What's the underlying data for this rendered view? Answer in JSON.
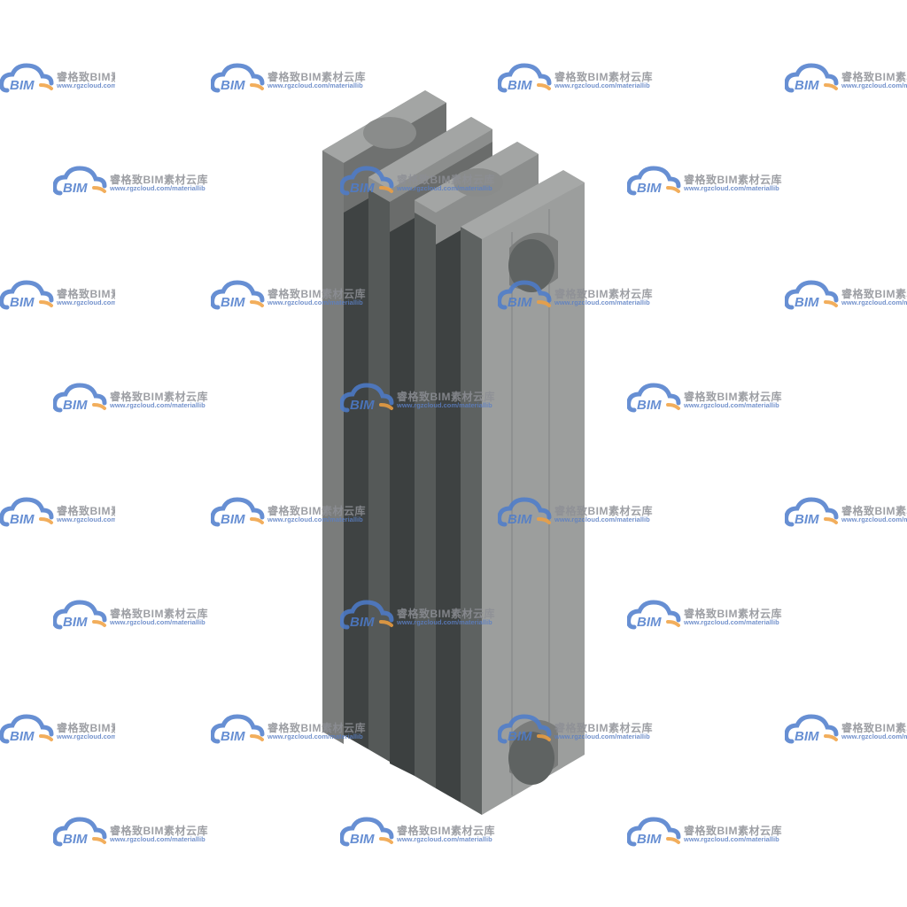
{
  "watermark": {
    "logo_text": "BIM",
    "title": "睿格致BIM素材云库",
    "url": "www.rgzcloud.com/materiallib"
  },
  "colors": {
    "background": "#ffffff",
    "radiator_light": "#9a9c9b",
    "radiator_mid": "#7f8180",
    "radiator_dark": "#404444",
    "cloud_blue": "#4d7ccc",
    "cloud_orange": "#f0a040"
  }
}
